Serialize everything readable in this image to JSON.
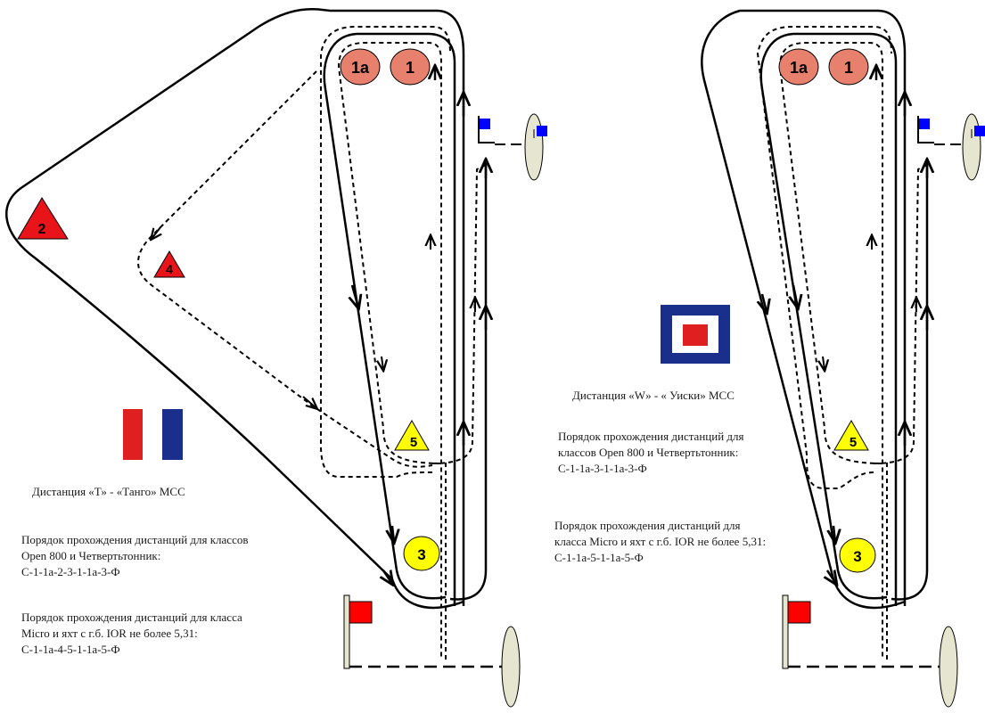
{
  "left": {
    "course_title": "Дистанция «Т» - «Танго» МСС",
    "order_1_heading": "Порядок прохождения дистанций для классов",
    "order_1_classes": "Open 800 и Четвертьтонник:",
    "order_1_sequence": "С-1-1а-2-3-1-1а-3-Ф",
    "order_2_heading": "Порядок прохождения дистанций для класса",
    "order_2_classes": "Micro и яхт с г.б. IOR не более 5,31:",
    "order_2_sequence": "С-1-1а-4-5-1-1а-5-Ф",
    "marks": {
      "m1": "1",
      "m1a": "1a",
      "m2": "2",
      "m3": "3",
      "m4": "4",
      "m5": "5"
    }
  },
  "right": {
    "course_title": "Дистанция «W» - « Уиски» МСС",
    "order_1_heading": "Порядок прохождения дистанций для",
    "order_1_classes": "классов Open 800 и Четвертьтонник:",
    "order_1_sequence": "С-1-1а-3-1-1а-3-Ф",
    "order_2_heading": "Порядок прохождения дистанций для",
    "order_2_classes": "класса Micro и яхт с г.б. IOR не более 5,31:",
    "order_2_sequence": "С-1-1а-5-1-1а-5-Ф",
    "marks": {
      "m1": "1",
      "m1a": "1a",
      "m3": "3",
      "m5": "5"
    }
  },
  "colors": {
    "mark_orange": "#e8806e",
    "mark_red": "#e8141a",
    "mark_yellow": "#ffff00",
    "flag_blue": "#1a2f8c",
    "flag_white": "#ffffff",
    "flag_red": "#e02020",
    "start_flag_red": "#ff0000",
    "finish_flag_blue": "#0000ff",
    "boat_fill": "#e6e6d0"
  }
}
